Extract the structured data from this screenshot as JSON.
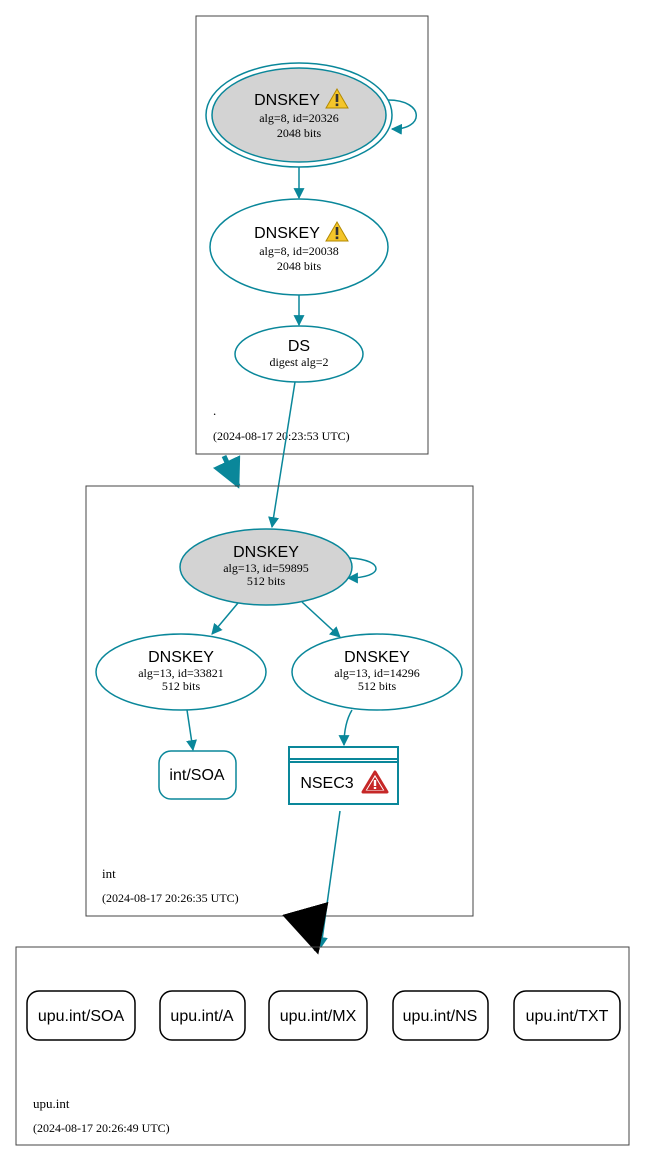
{
  "colors": {
    "teal": "#0a879a",
    "keyfill": "#d3d3d3",
    "warn_yellow": "#f4c52a",
    "warn_red": "#c62828",
    "black": "#000000",
    "border": "#444444"
  },
  "zones": {
    "root": {
      "name": ".",
      "timestamp": "(2024-08-17 20:23:53 UTC)"
    },
    "int": {
      "name": "int",
      "timestamp": "(2024-08-17 20:26:35 UTC)"
    },
    "upu": {
      "name": "upu.int",
      "timestamp": "(2024-08-17 20:26:49 UTC)"
    }
  },
  "nodes": {
    "root_ksk": {
      "title": "DNSKEY",
      "line1": "alg=8, id=20326",
      "line2": "2048 bits",
      "warning": "warning-icon"
    },
    "root_zsk": {
      "title": "DNSKEY",
      "line1": "alg=8, id=20038",
      "line2": "2048 bits",
      "warning": "warning-icon"
    },
    "root_ds": {
      "title": "DS",
      "line1": "digest alg=2"
    },
    "int_ksk": {
      "title": "DNSKEY",
      "line1": "alg=13, id=59895",
      "line2": "512 bits"
    },
    "int_zsk1": {
      "title": "DNSKEY",
      "line1": "alg=13, id=33821",
      "line2": "512 bits"
    },
    "int_zsk2": {
      "title": "DNSKEY",
      "line1": "alg=13, id=14296",
      "line2": "512 bits"
    },
    "int_soa": {
      "label": "int/SOA"
    },
    "nsec3": {
      "label": "NSEC3",
      "warning": "error-icon"
    }
  },
  "records": [
    "upu.int/SOA",
    "upu.int/A",
    "upu.int/MX",
    "upu.int/NS",
    "upu.int/TXT"
  ]
}
